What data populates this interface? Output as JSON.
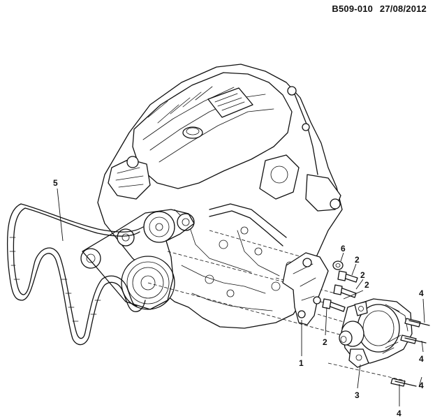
{
  "header": {
    "code": "B509-010",
    "date": "27/08/2012"
  },
  "callouts": [
    {
      "id": "c5",
      "label": "5"
    },
    {
      "id": "c6",
      "label": "6"
    },
    {
      "id": "c2a",
      "label": "2"
    },
    {
      "id": "c2b",
      "label": "2"
    },
    {
      "id": "c2c",
      "label": "2"
    },
    {
      "id": "c2d",
      "label": "2"
    },
    {
      "id": "c4a",
      "label": "4"
    },
    {
      "id": "c4b",
      "label": "4"
    },
    {
      "id": "c4c",
      "label": "4"
    },
    {
      "id": "c4d",
      "label": "4"
    },
    {
      "id": "c1",
      "label": "1"
    },
    {
      "id": "c3",
      "label": "3"
    }
  ],
  "parts": [
    {
      "ref": "1",
      "name": "bracket"
    },
    {
      "ref": "2",
      "name": "bolt"
    },
    {
      "ref": "3",
      "name": "pump"
    },
    {
      "ref": "4",
      "name": "bolt"
    },
    {
      "ref": "5",
      "name": "belt"
    },
    {
      "ref": "6",
      "name": "washer"
    }
  ]
}
